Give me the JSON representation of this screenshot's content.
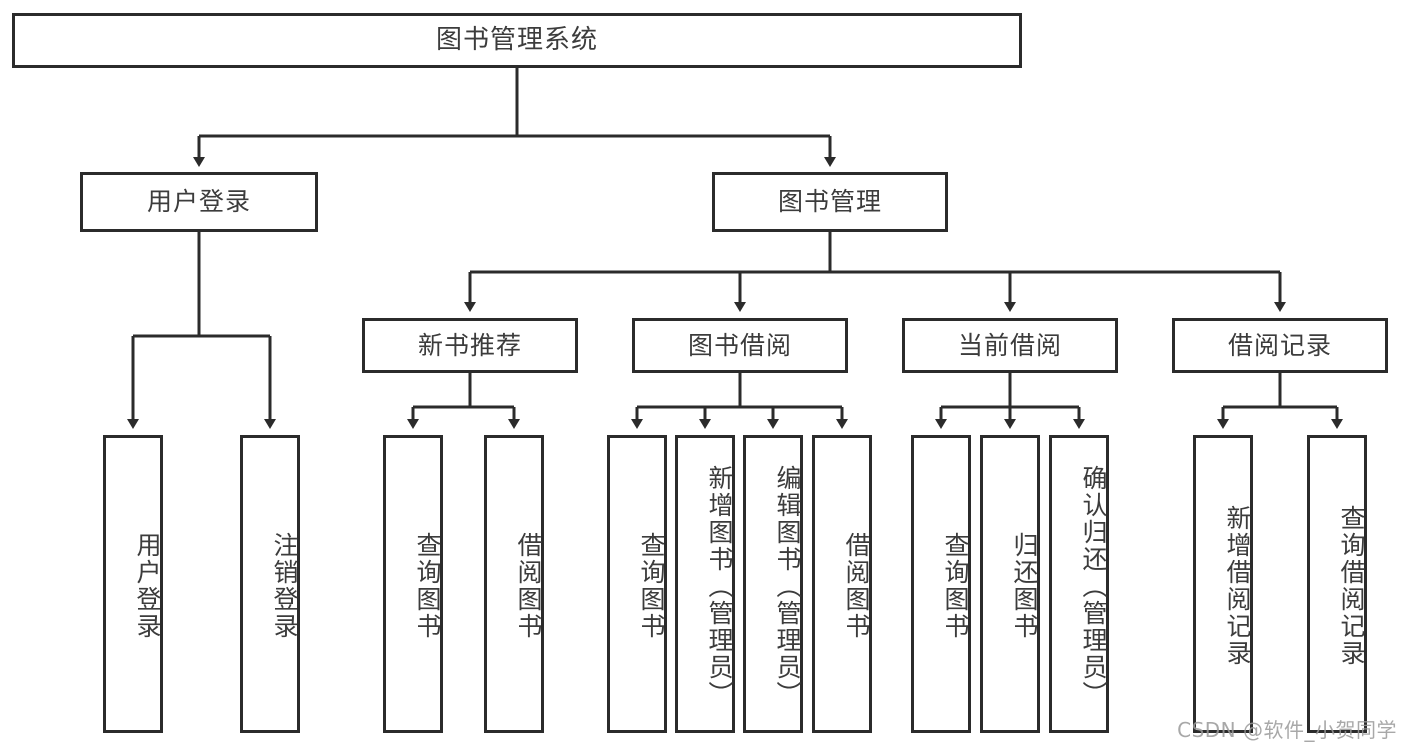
{
  "diagram": {
    "type": "tree",
    "title": "图书管理系统",
    "watermark": "CSDN @软件_小贺同学",
    "colors": {
      "stroke": "#2b2b2b",
      "fill": "#ffffff",
      "text": "#3c3c3c",
      "watermark": "#9a9a9a"
    },
    "nodes": {
      "root": {
        "label": "图书管理系统"
      },
      "level2": [
        {
          "label": "用户登录"
        },
        {
          "label": "图书管理"
        }
      ],
      "level3": [
        {
          "label": "新书推荐"
        },
        {
          "label": "图书借阅"
        },
        {
          "label": "当前借阅"
        },
        {
          "label": "借阅记录"
        }
      ],
      "leaves": {
        "user_login": [
          {
            "label": "用户登录"
          },
          {
            "label": "注销登录"
          }
        ],
        "new_book": [
          {
            "label": "查询图书"
          },
          {
            "label": "借阅图书"
          }
        ],
        "borrow": [
          {
            "label": "查询图书"
          },
          {
            "label": "新增图书（管理员）"
          },
          {
            "label": "编辑图书（管理员）"
          },
          {
            "label": "借阅图书"
          }
        ],
        "current": [
          {
            "label": "查询图书"
          },
          {
            "label": "归还图书"
          },
          {
            "label": "确认归还（管理员）"
          }
        ],
        "records": [
          {
            "label": "新增借阅记录"
          },
          {
            "label": "查询借阅记录"
          }
        ]
      }
    }
  }
}
